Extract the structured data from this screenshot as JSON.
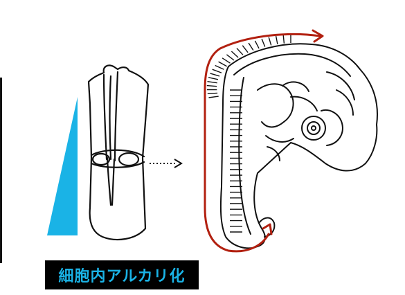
{
  "caption": {
    "text": "細胞内アルカリ化"
  },
  "colors": {
    "gradient_wedge": "#1ab3e6",
    "axis_arrow": "#b22010",
    "line_art": "#111111",
    "caption_bg": "#000000",
    "caption_text": "#1ab3e6"
  },
  "icons": {
    "transition_arrow": "dotted-arrow-right",
    "axis_arrow": "curved-arrow"
  }
}
